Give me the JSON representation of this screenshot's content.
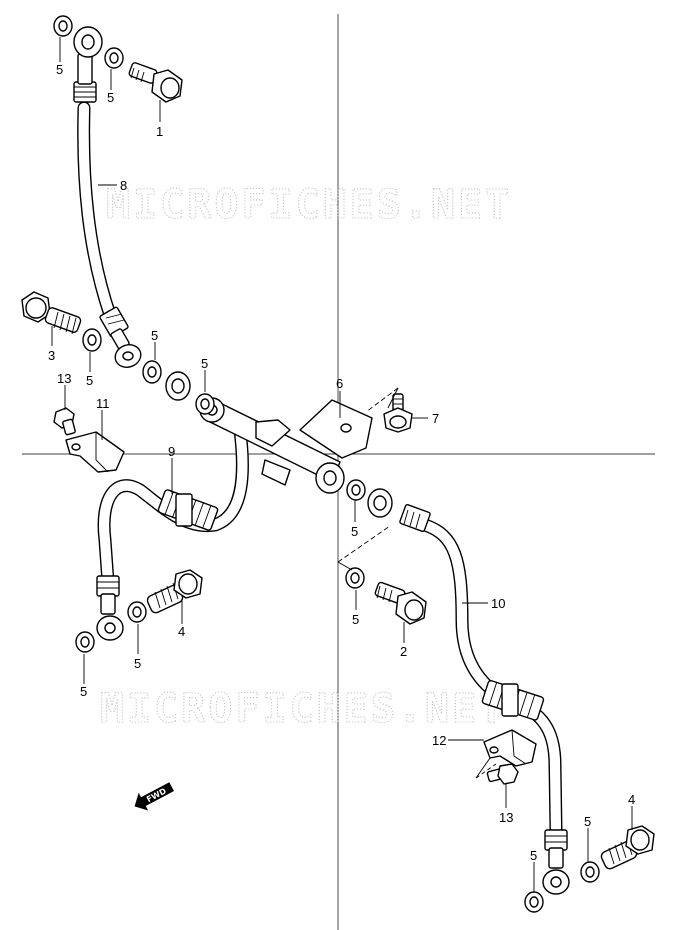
{
  "watermark": "MICROFICHES.NET",
  "fwd_label": "FWD",
  "callouts": [
    "1",
    "2",
    "3",
    "4",
    "4",
    "5",
    "5",
    "5",
    "5",
    "5",
    "5",
    "5",
    "5",
    "5",
    "5",
    "5",
    "6",
    "7",
    "8",
    "9",
    "10",
    "11",
    "12",
    "13",
    "13"
  ]
}
